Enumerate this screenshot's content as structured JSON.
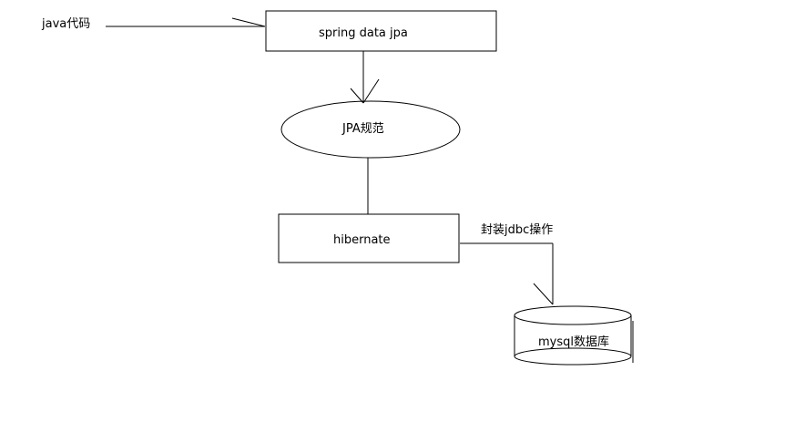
{
  "diagram": {
    "java_code_label": "java代码",
    "spring_data_jpa_label": "spring data  jpa",
    "jpa_spec_label": "JPA规范",
    "hibernate_label": "hibernate",
    "jdbc_wrapper_label": "封装jdbc操作",
    "mysql_label": "mysql数据库"
  },
  "colors": {
    "line": "#000000",
    "background": "#ffffff"
  }
}
